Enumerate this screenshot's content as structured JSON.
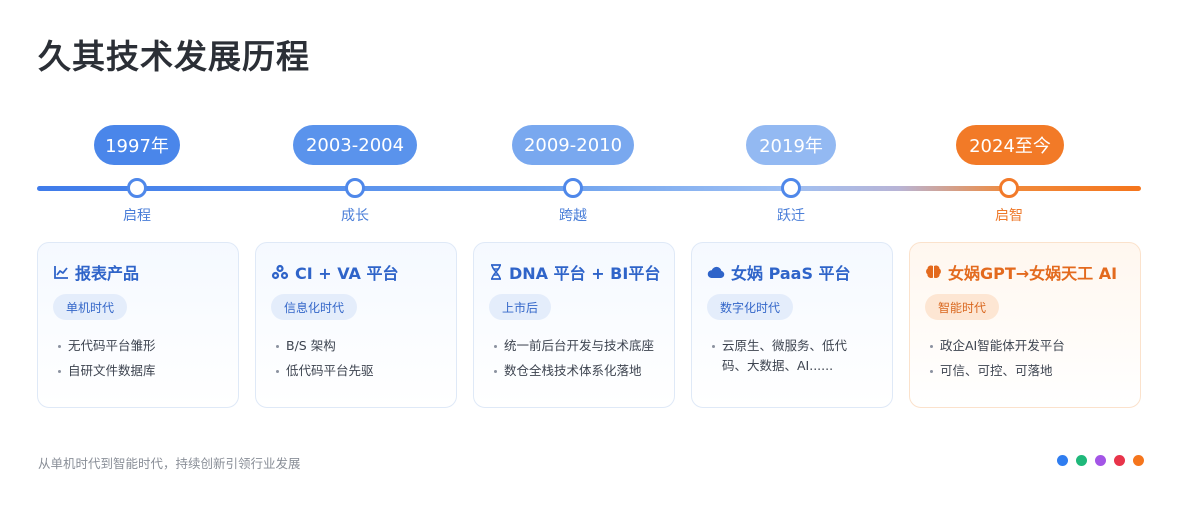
{
  "title": "久其技术发展历程",
  "timeline": [
    {
      "year": "1997年",
      "stage": "启程",
      "pill_color": "#4a86ea",
      "theme": "blue"
    },
    {
      "year": "2003-2004",
      "stage": "成长",
      "pill_color": "#5a93ec",
      "theme": "blue"
    },
    {
      "year": "2009-2010",
      "stage": "跨越",
      "pill_color": "#79a8ef",
      "theme": "blue"
    },
    {
      "year": "2019年",
      "stage": "跃迁",
      "pill_color": "#93b9f2",
      "theme": "blue"
    },
    {
      "year": "2024至今",
      "stage": "启智",
      "pill_color": "#f27a27",
      "theme": "orange"
    }
  ],
  "cards": [
    {
      "icon": "chart-line-icon",
      "heading": "报表产品",
      "tag": "单机时代",
      "bullets": [
        "无代码平台雏形",
        "自研文件数据库"
      ]
    },
    {
      "icon": "cubes-icon",
      "heading": "CI + VA 平台",
      "tag": "信息化时代",
      "bullets": [
        "B/S 架构",
        "低代码平台先驱"
      ]
    },
    {
      "icon": "dna-icon",
      "heading": "DNA 平台 + BI平台",
      "tag": "上市后",
      "bullets": [
        "统一前后台开发与技术底座",
        "数仓全栈技术体系化落地"
      ]
    },
    {
      "icon": "cloud-icon",
      "heading": "女娲 PaaS 平台",
      "tag": "数字化时代",
      "bullets": [
        "云原生、微服务、低代码、大数据、AI......"
      ]
    },
    {
      "icon": "brain-icon",
      "heading": "女娲GPT→女娲天工 AI",
      "tag": "智能时代",
      "bullets": [
        "政企AI智能体开发平台",
        "可信、可控、可落地"
      ]
    }
  ],
  "footer": "从单机时代到智能时代，持续创新引领行业发展",
  "dot_colors": [
    "#2f7df0",
    "#1fb87a",
    "#a355e6",
    "#e8344a",
    "#f5751c"
  ]
}
